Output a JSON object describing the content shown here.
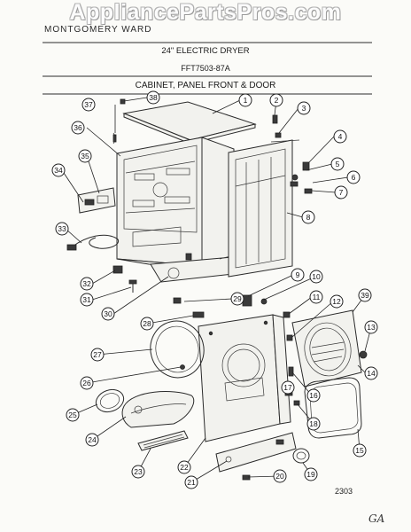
{
  "watermark": "AppliancePartsPros.com",
  "header": {
    "brand": "MONTGOMERY WARD",
    "model_title": "24\" ELECTRIC DRYER",
    "model_number": "FFT7503-87A",
    "section_title": "CABINET, PANEL FRONT & DOOR"
  },
  "diagram_ref": "2303",
  "hand_note": "GA",
  "callouts": [
    {
      "num": "1"
    },
    {
      "num": "2"
    },
    {
      "num": "3"
    },
    {
      "num": "4"
    },
    {
      "num": "5"
    },
    {
      "num": "6"
    },
    {
      "num": "7"
    },
    {
      "num": "8"
    },
    {
      "num": "9"
    },
    {
      "num": "10"
    },
    {
      "num": "11"
    },
    {
      "num": "12"
    },
    {
      "num": "13"
    },
    {
      "num": "14"
    },
    {
      "num": "15"
    },
    {
      "num": "16"
    },
    {
      "num": "17"
    },
    {
      "num": "18"
    },
    {
      "num": "19"
    },
    {
      "num": "20"
    },
    {
      "num": "21"
    },
    {
      "num": "22"
    },
    {
      "num": "23"
    },
    {
      "num": "24"
    },
    {
      "num": "25"
    },
    {
      "num": "26"
    },
    {
      "num": "27"
    },
    {
      "num": "28"
    },
    {
      "num": "29"
    },
    {
      "num": "30"
    },
    {
      "num": "31"
    },
    {
      "num": "32"
    },
    {
      "num": "33"
    },
    {
      "num": "34"
    },
    {
      "num": "35"
    },
    {
      "num": "36"
    },
    {
      "num": "37"
    },
    {
      "num": "38"
    },
    {
      "num": "39"
    }
  ]
}
